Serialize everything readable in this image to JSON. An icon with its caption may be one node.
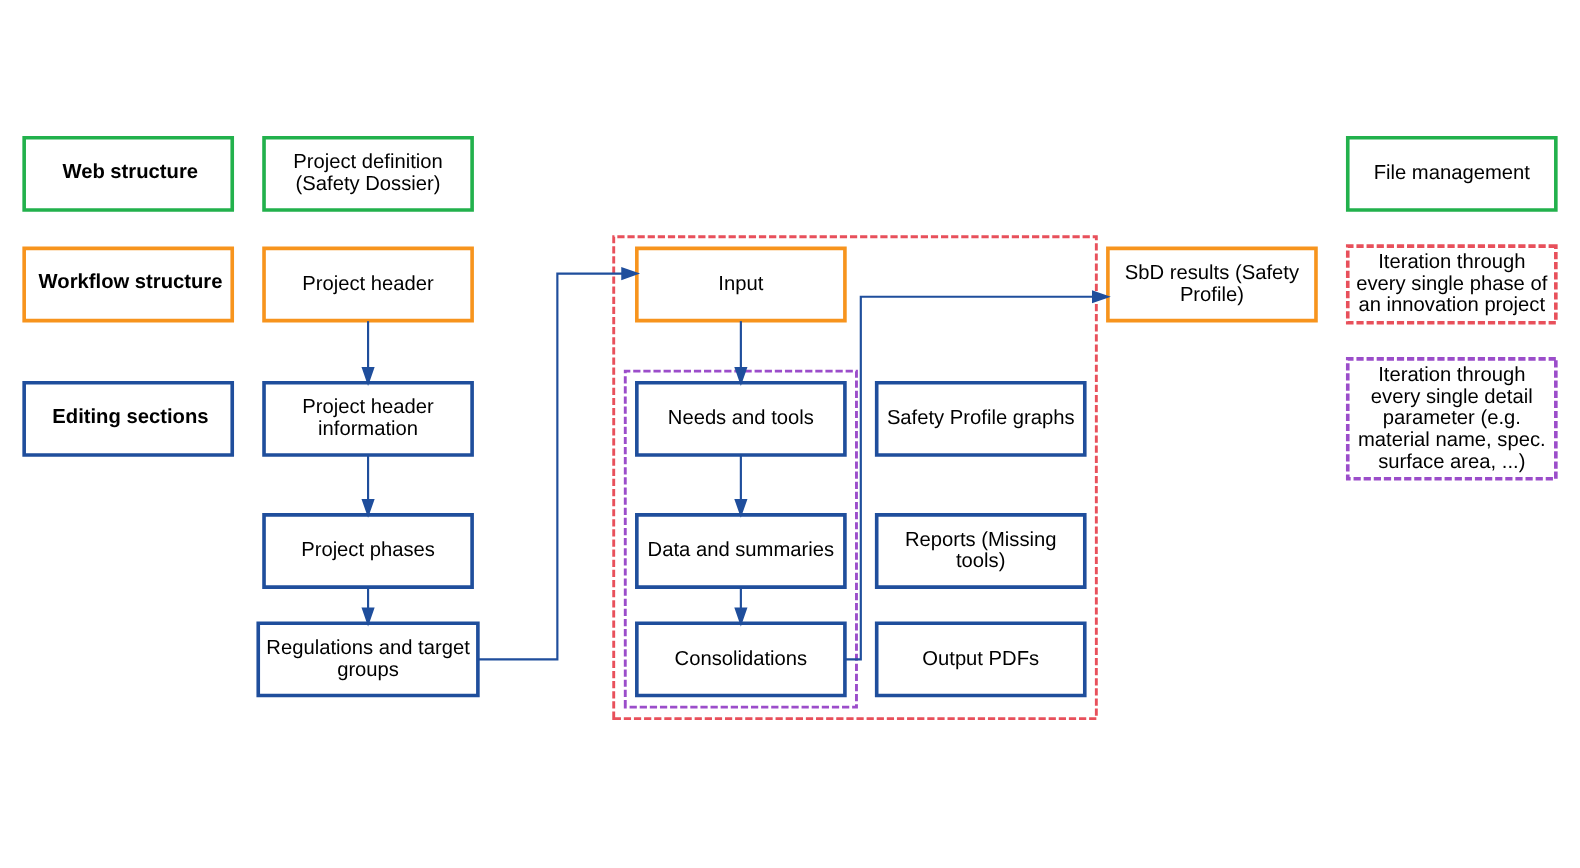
{
  "diagram": {
    "nodes": [
      {
        "text": [
          "Web structure"
        ]
      },
      {
        "text": [
          "Project definition (Safety Dossier)"
        ]
      },
      {
        "text": [
          "File management"
        ]
      },
      {
        "text": [
          "Workflow structure"
        ]
      },
      {
        "text": [
          "Project header"
        ]
      },
      {
        "text": [],
        "shape": "box"
      },
      {
        "text": [
          "Input"
        ],
        "in": 5
      },
      {
        "text": [
          "SbD results (Safety Profile)"
        ]
      },
      {
        "text": [
          "Iteration through every single phase of an innovation project"
        ]
      },
      {
        "text": [
          "Editing sections"
        ]
      },
      {
        "text": [
          "Project header information"
        ]
      },
      {
        "text": [
          "Project phases"
        ]
      },
      {
        "text": [
          "Regulations and target groups"
        ]
      },
      {
        "text": [],
        "shape": "box",
        "in": 5
      },
      {
        "text": [
          "Needs and tools"
        ],
        "in": 13
      },
      {
        "text": [
          "Data and summaries"
        ],
        "in": 13
      },
      {
        "text": [
          "Consolidations"
        ],
        "in": 13
      },
      {
        "text": [
          "Safety Profile graphs"
        ],
        "in": 5
      },
      {
        "text": [
          "Reports (Missing tools)"
        ],
        "in": 5
      },
      {
        "text": [
          "Output PDFs"
        ],
        "in": 5
      },
      {
        "text": [
          "Iteration through every single detail parameter (e.g. material name, spec. surface area, ...)"
        ]
      }
    ],
    "edges": [
      {
        "from": 4,
        "to": 10,
        "arrow": "to"
      },
      {
        "from": 10,
        "to": 11,
        "arrow": "to"
      },
      {
        "from": 11,
        "to": 12,
        "arrow": "to"
      },
      {
        "from": 12,
        "to": 6,
        "arrow": "to"
      },
      {
        "from": 6,
        "to": 14,
        "arrow": "to"
      },
      {
        "from": 14,
        "to": 15,
        "arrow": "to"
      },
      {
        "from": 15,
        "to": 16,
        "arrow": "to"
      },
      {
        "from": 16,
        "to": 7,
        "arrow": "to"
      }
    ]
  }
}
